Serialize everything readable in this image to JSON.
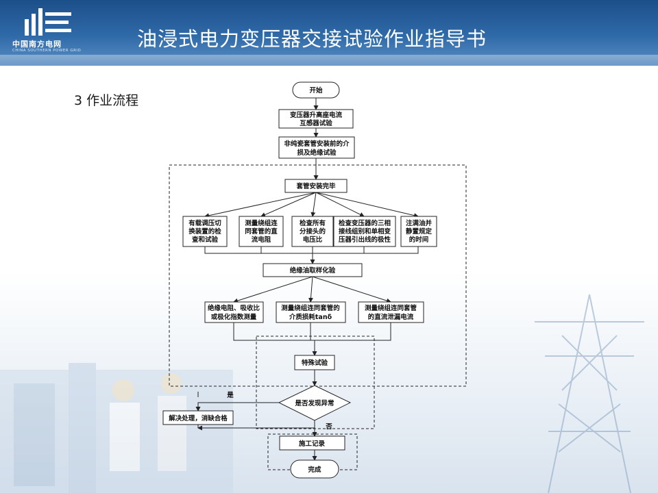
{
  "header": {
    "logo_text": "中国南方电网",
    "logo_subtext": "CHINA SOUTHERN POWER GRID",
    "title": "油浸式电力变压器交接试验作业指导书"
  },
  "section_heading": "3 作业流程",
  "flowchart": {
    "start": "开始",
    "step1": [
      "变压器升高座电流",
      "互感器试验"
    ],
    "step2": [
      "非纯瓷套管安装前的介",
      "损及绝缘试验"
    ],
    "step3": "套管安装完毕",
    "parallel_a": [
      [
        "有载调压切",
        "换装置的检",
        "查和试验"
      ],
      [
        "测量绕组连",
        "同套管的直",
        "流电阻"
      ],
      [
        "检查所有",
        "分接头的",
        "电压比"
      ],
      [
        "检查变压器的三相",
        "接线组别和单相变",
        "压器引出线的极性"
      ],
      [
        "注满油并",
        "静置规定",
        "的时间"
      ]
    ],
    "step4": "绝缘油取样化验",
    "parallel_b": [
      [
        "绝缘电阻、吸收比",
        "或极化指数测量"
      ],
      [
        "测量绕组连同套管的",
        "介质损耗tanδ"
      ],
      [
        "测量绕组连同套管",
        "的直流泄漏电流"
      ]
    ],
    "step5": "特殊试验",
    "decision": "是否发现异常",
    "yes_label": "是",
    "no_label": "否",
    "resolve": "解决处理，消缺合格",
    "record": "施工记录",
    "end": "完成"
  },
  "colors": {
    "header_dark": "#1c4f8a",
    "header_light": "#5b8fc4",
    "line": "#222222"
  }
}
